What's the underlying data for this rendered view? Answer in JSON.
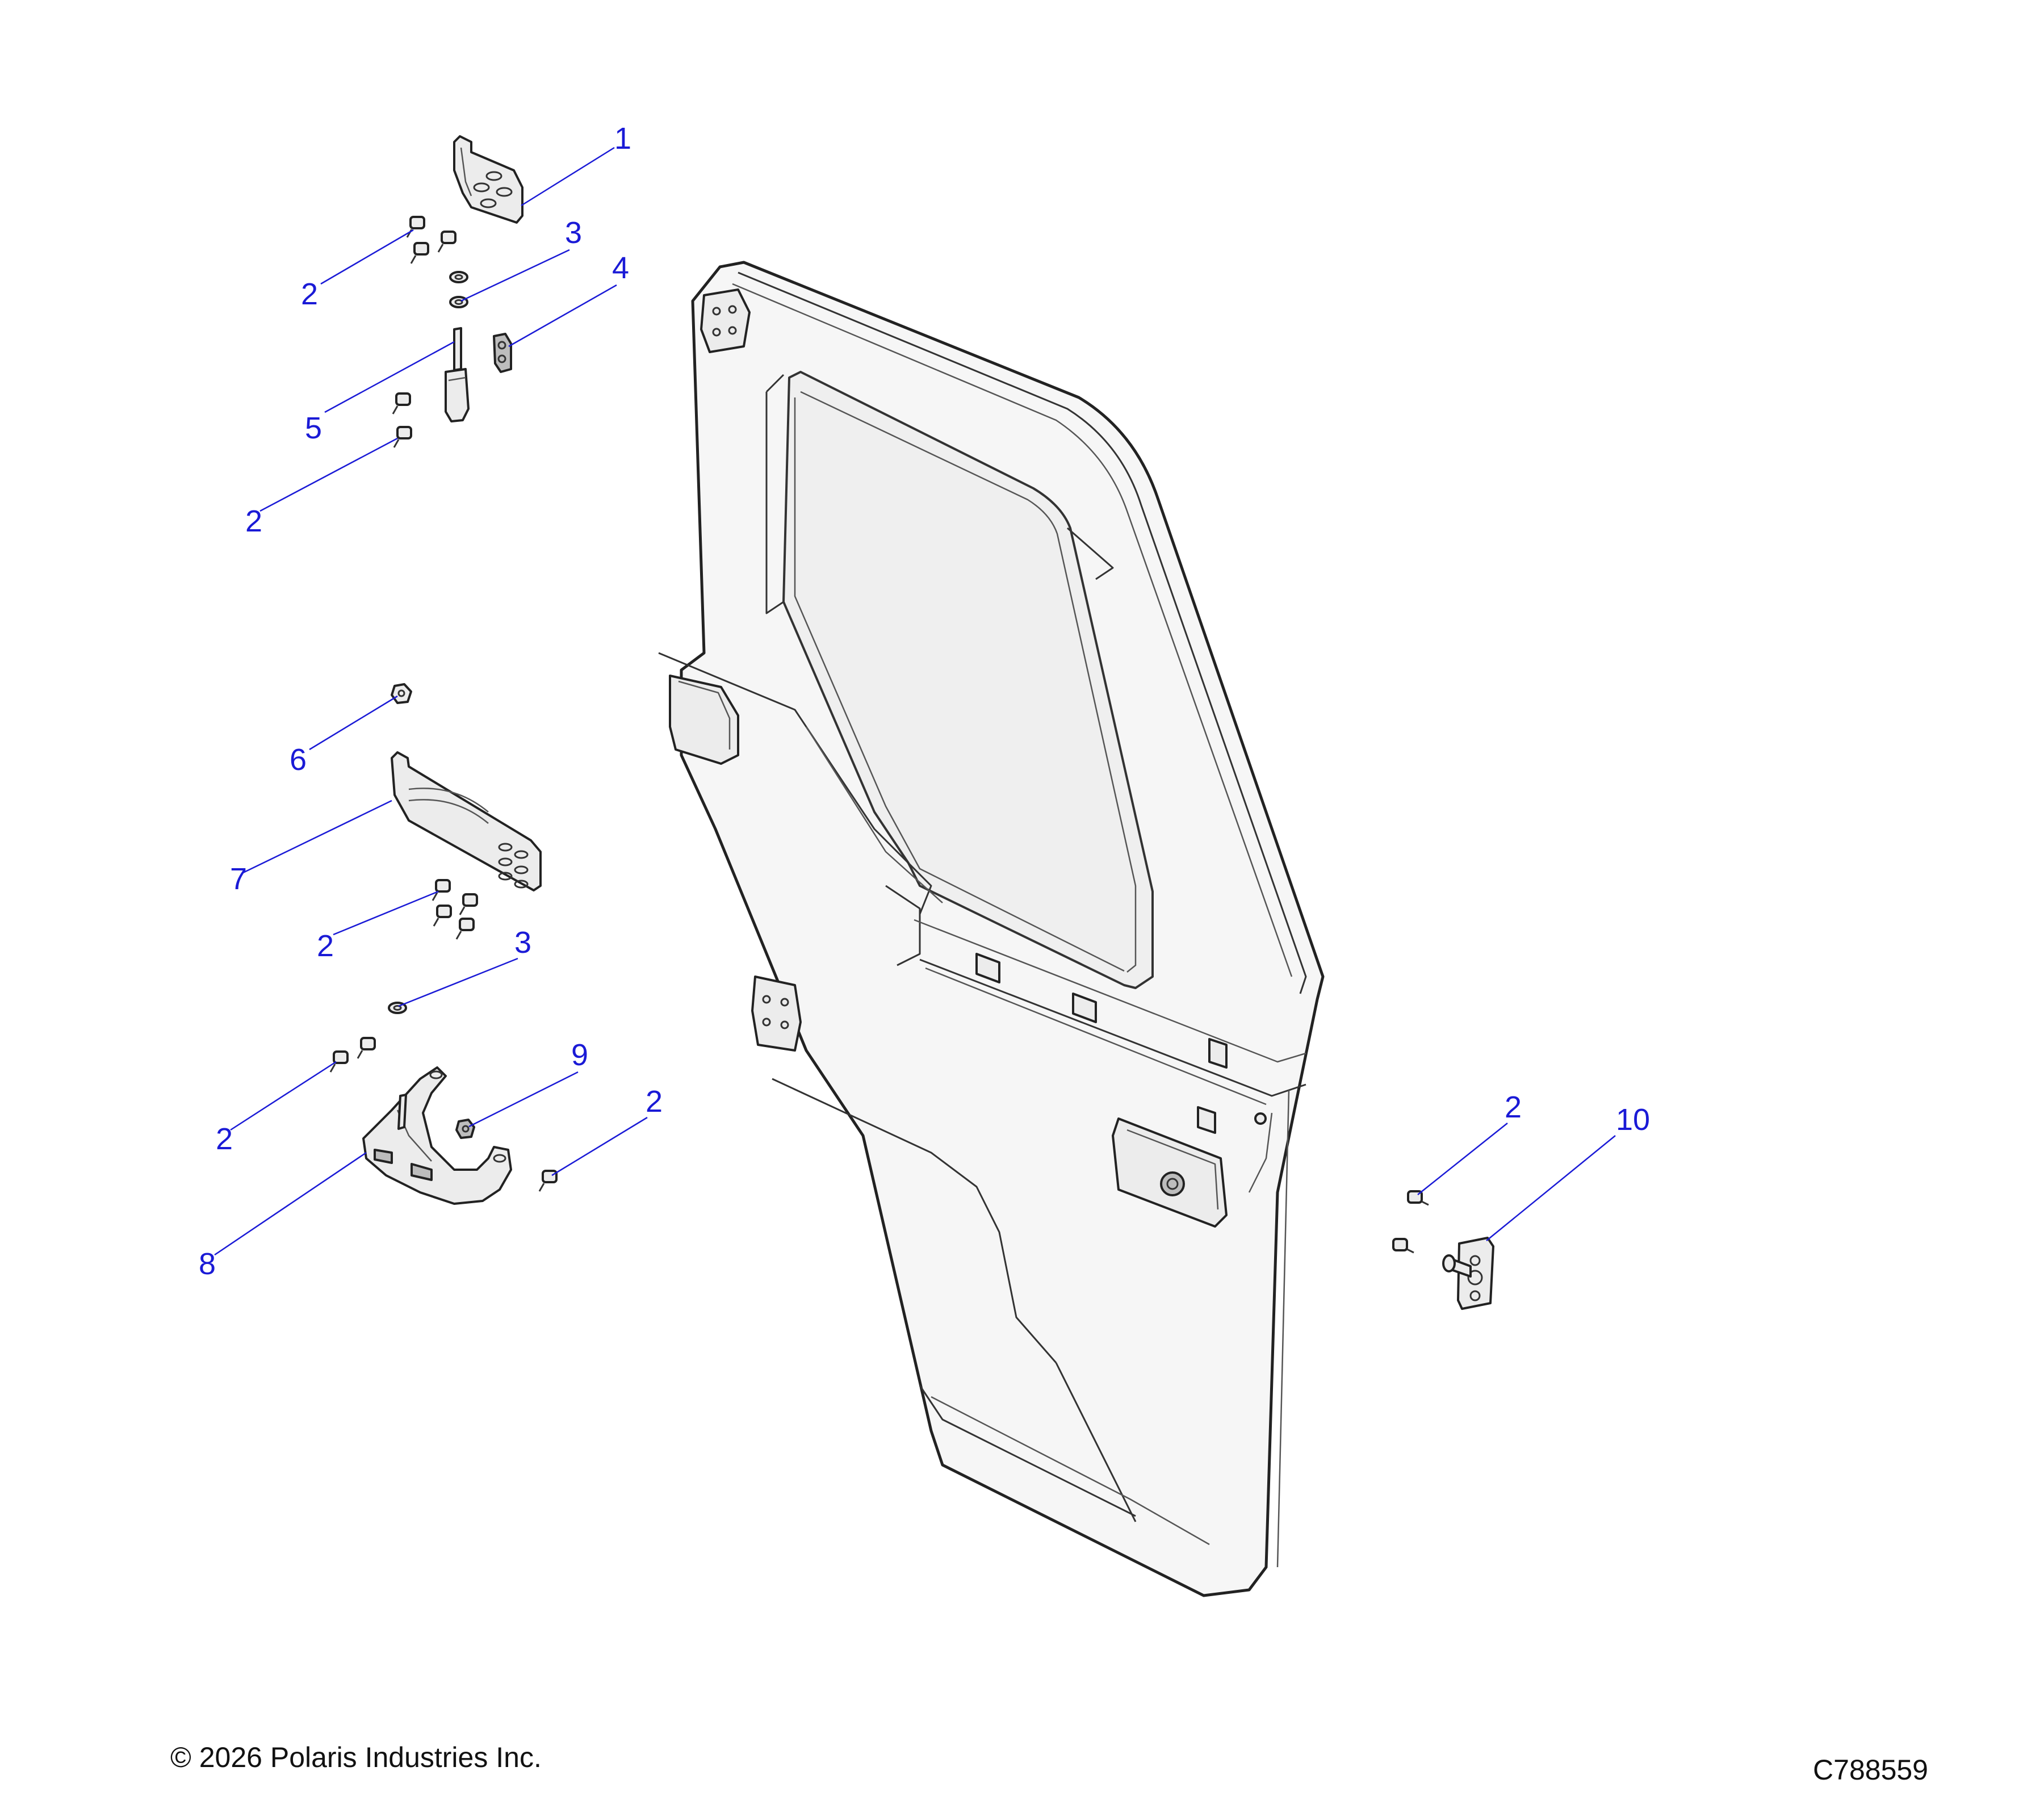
{
  "callouts": {
    "c1": "1",
    "c2a": "2",
    "c3a": "3",
    "c4": "4",
    "c5": "5",
    "c2b": "2",
    "c6": "6",
    "c7": "7",
    "c2c": "2",
    "c3b": "3",
    "c9": "9",
    "c2d": "2",
    "c2e": "2",
    "c8": "8",
    "c2f": "2",
    "c10": "10"
  },
  "footer": {
    "copyright": "© 2026 Polaris Industries Inc.",
    "drawing_id": "C788559"
  },
  "colors": {
    "callout": "#1a1ad6",
    "line": "#222222"
  }
}
